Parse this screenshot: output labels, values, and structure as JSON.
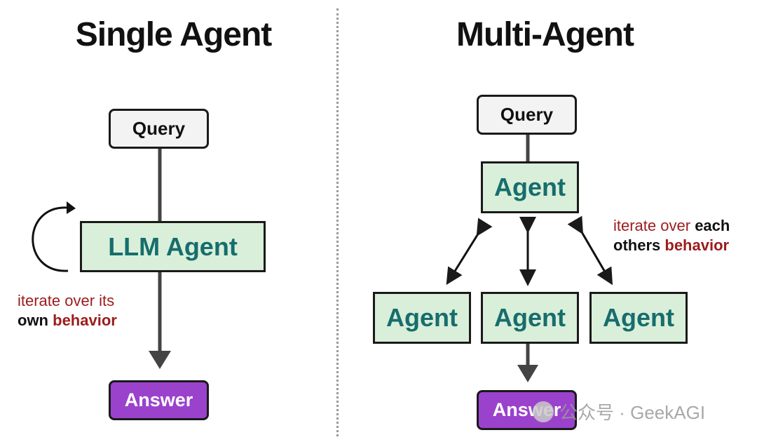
{
  "single": {
    "title": "Single Agent",
    "query": "Query",
    "agent": "LLM Agent",
    "answer": "Answer",
    "note": {
      "line1": "iterate over its",
      "line2_a": "own",
      "line2_b": "behavior"
    }
  },
  "multi": {
    "title": "Multi-Agent",
    "query": "Query",
    "top_agent": "Agent",
    "agents": [
      "Agent",
      "Agent",
      "Agent"
    ],
    "answer": "Answer",
    "note": {
      "line1_a": "iterate over",
      "line1_b": "each",
      "line2_a": "others",
      "line2_b": "behavior"
    }
  },
  "watermark": "公众号 · GeekAGI",
  "colors": {
    "agent_fill": "#d9efd9",
    "agent_text": "#176d6d",
    "answer_fill": "#9b42cc",
    "note_red": "#9c1c1c"
  }
}
